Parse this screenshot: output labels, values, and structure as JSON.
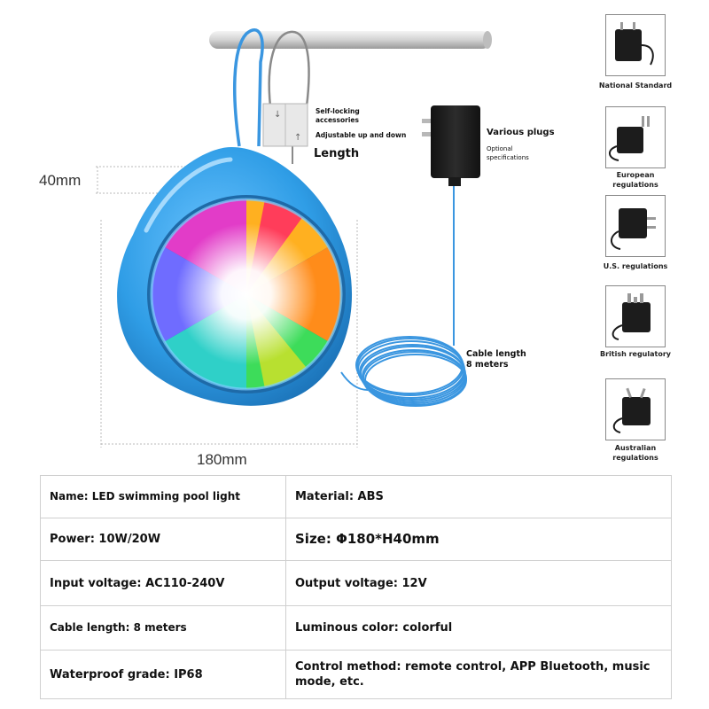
{
  "dimensions": {
    "height_label": "40mm",
    "width_label": "180mm"
  },
  "callouts": {
    "self_locking": "Self-locking accessories",
    "adjustable": "Adjustable up and down",
    "length": "Length",
    "various_plugs": "Various plugs",
    "optional_specs": "Optional specifications",
    "cable_length": "Cable length 8 meters"
  },
  "plugs": [
    {
      "icon": "national-standard-adapter-icon",
      "caption": "National Standard"
    },
    {
      "icon": "european-adapter-icon",
      "caption": "European regulations"
    },
    {
      "icon": "us-adapter-icon",
      "caption": "U.S. regulations"
    },
    {
      "icon": "british-adapter-icon",
      "caption": "British regulatory"
    },
    {
      "icon": "australian-adapter-icon",
      "caption": "Australian regulations"
    }
  ],
  "specs": {
    "name": "Name: LED swimming pool light",
    "material": "Material: ABS",
    "power": "Power: 10W/20W",
    "size": "Size: Φ180*H40mm",
    "input_voltage": "Input voltage: AC110-240V",
    "output_voltage": "Output voltage: 12V",
    "cable_length": "Cable length: 8 meters",
    "luminous_color": "Luminous color: colorful",
    "waterproof": "Waterproof grade: IP68",
    "control": "Control method: remote control, APP Bluetooth, music mode, etc."
  },
  "colors": {
    "shell_blue": "#2f9de6",
    "cable_blue": "#3a96e0",
    "adapter_black": "#1c1c1c"
  }
}
